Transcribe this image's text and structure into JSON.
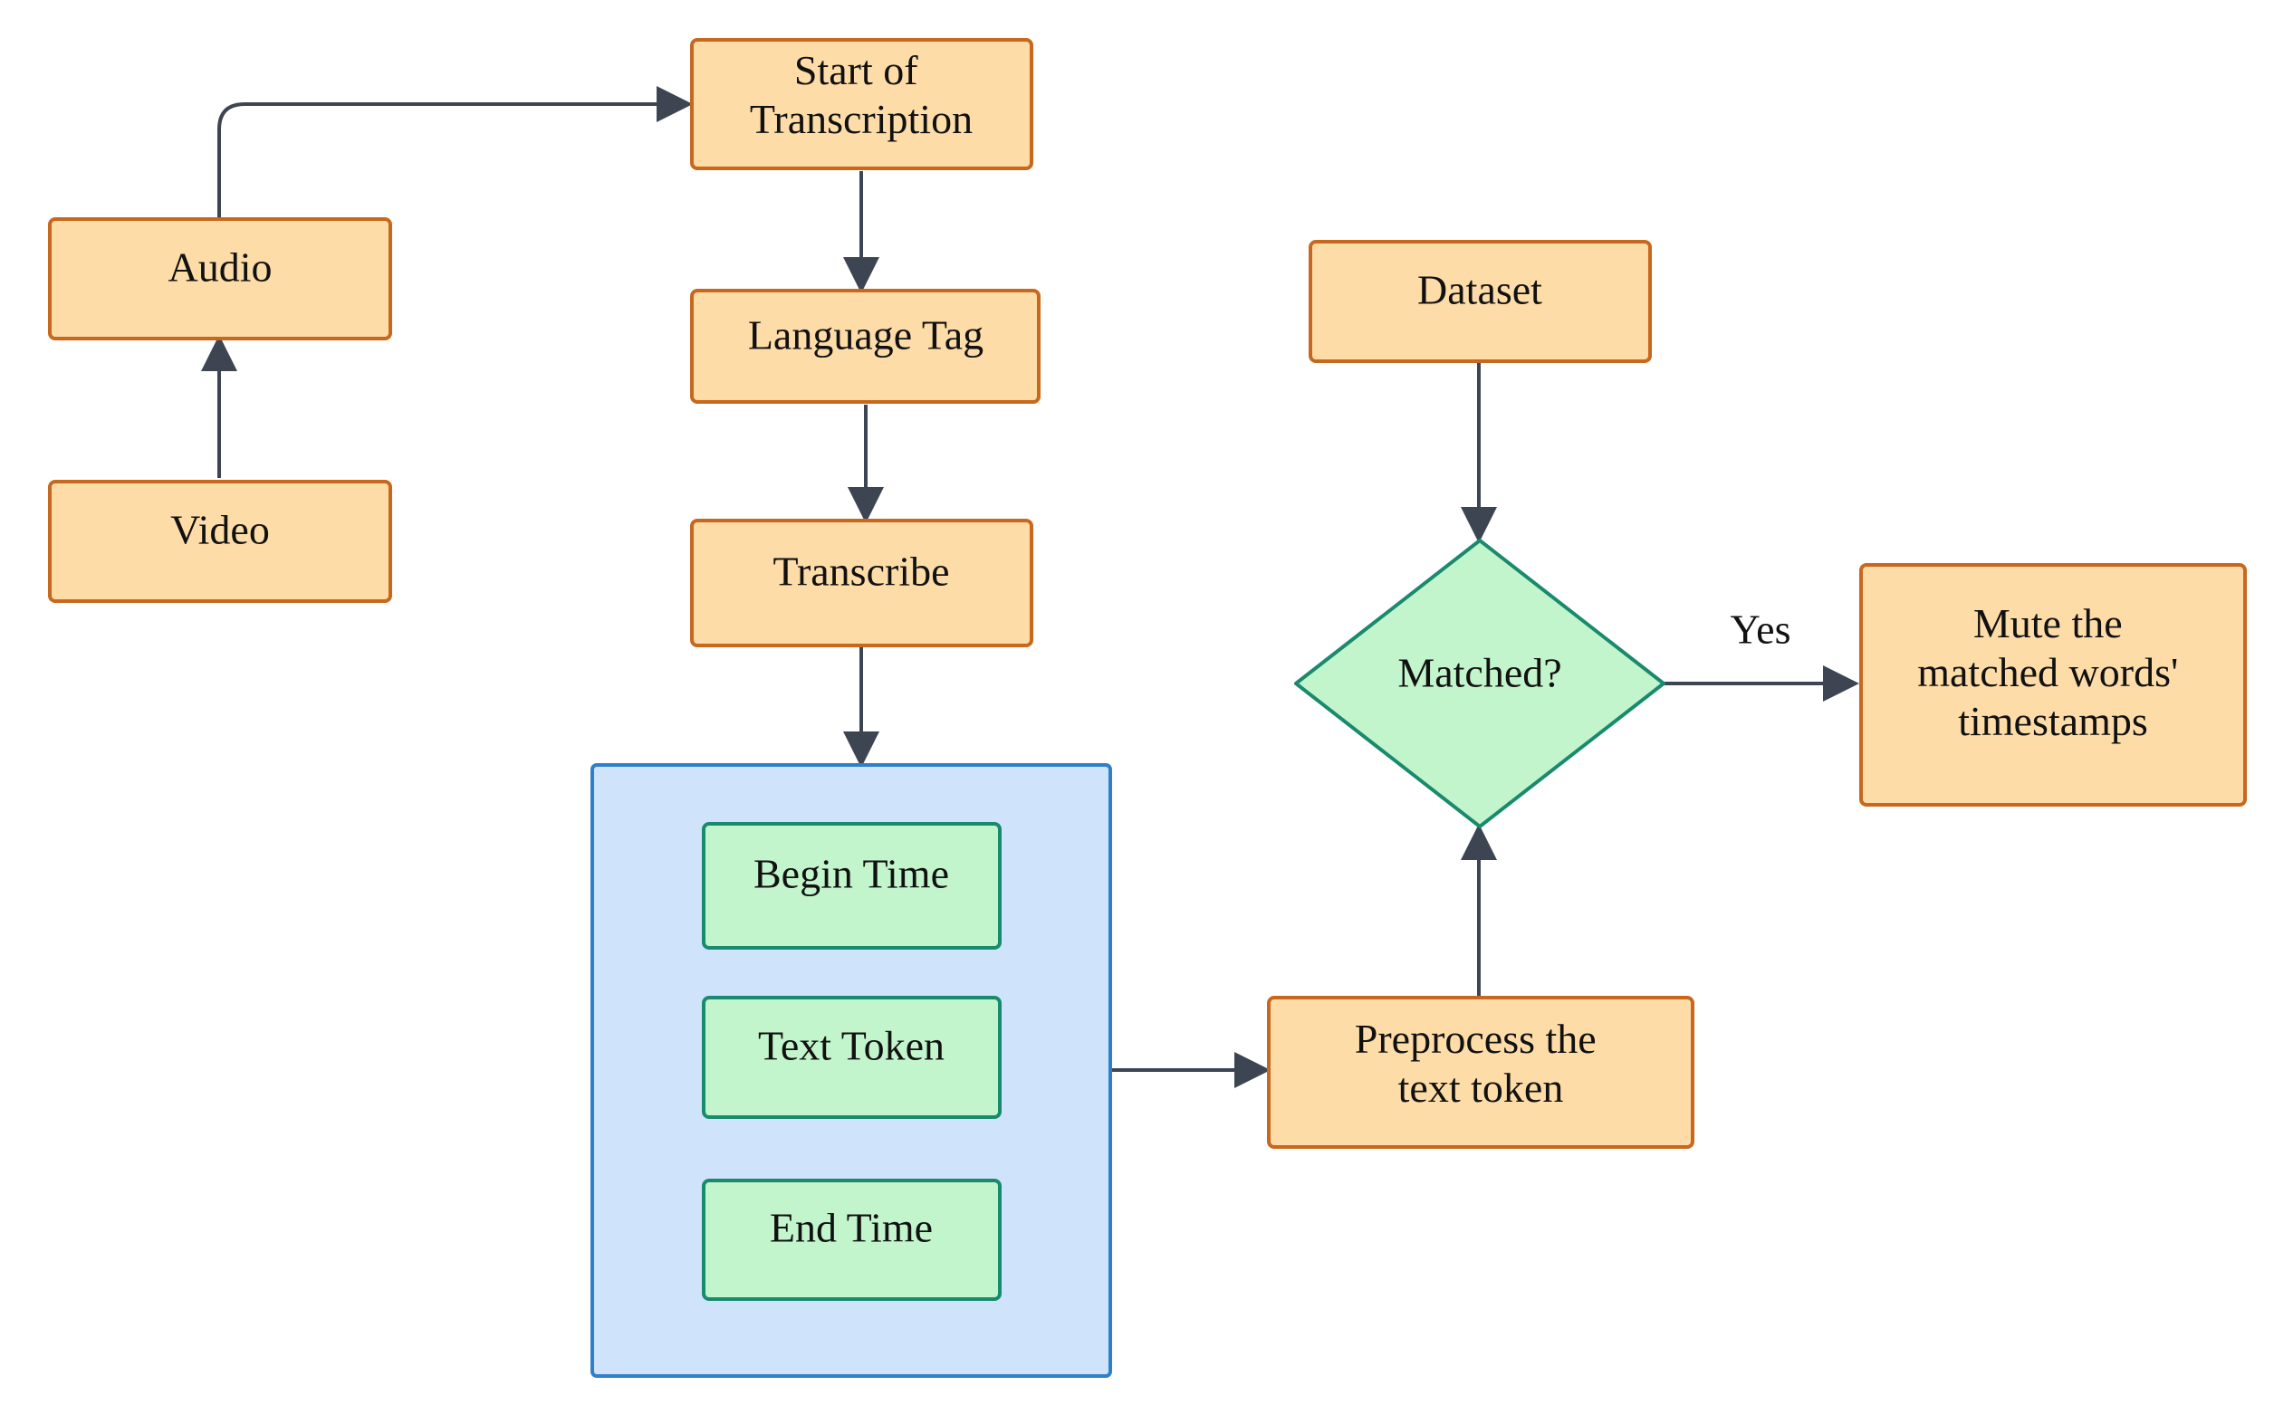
{
  "nodes": {
    "start": [
      "Start of",
      "Transcription"
    ],
    "audio": "Audio",
    "video": "Video",
    "language_tag": "Language Tag",
    "transcribe": "Transcribe",
    "begin_time": "Begin Time",
    "text_token": "Text Token",
    "end_time": "End Time",
    "dataset": "Dataset",
    "matched": "Matched?",
    "mute": [
      "Mute the",
      "matched words'",
      "timestamps"
    ],
    "preprocess": [
      "Preprocess the",
      "text token"
    ]
  },
  "edges": {
    "yes_label": "Yes"
  },
  "colors": {
    "process_fill": "#fddca8",
    "process_stroke": "#c8681e",
    "item_fill": "#c3f5cd",
    "item_stroke": "#1a8a6e",
    "group_fill": "#cfe3fb",
    "group_stroke": "#2f7fc9",
    "arrow": "#3d4552"
  }
}
